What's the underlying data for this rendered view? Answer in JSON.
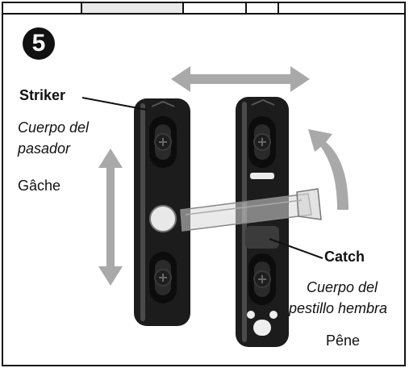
{
  "step": {
    "number": "5"
  },
  "labels": {
    "striker": {
      "en": "Striker",
      "es": "Cuerpo del pasador",
      "fr": "Gâche",
      "es_lines": [
        "Cuerpo del",
        "pasador"
      ]
    },
    "catch": {
      "en": "Catch",
      "es_lines": [
        "Cuerpo del",
        "pestillo hembra"
      ],
      "fr": "Pêne"
    }
  },
  "icons": {
    "horizontal_arrow": "double-arrow-horizontal-icon",
    "vertical_arrow": "double-arrow-vertical-icon",
    "rotation_arrow": "curved-arrow-up-icon"
  },
  "colors": {
    "ink": "#111111",
    "arrow": "#a9a9a9",
    "part_dark": "#1c1c1c",
    "part_highlight": "#4a4a4a"
  }
}
